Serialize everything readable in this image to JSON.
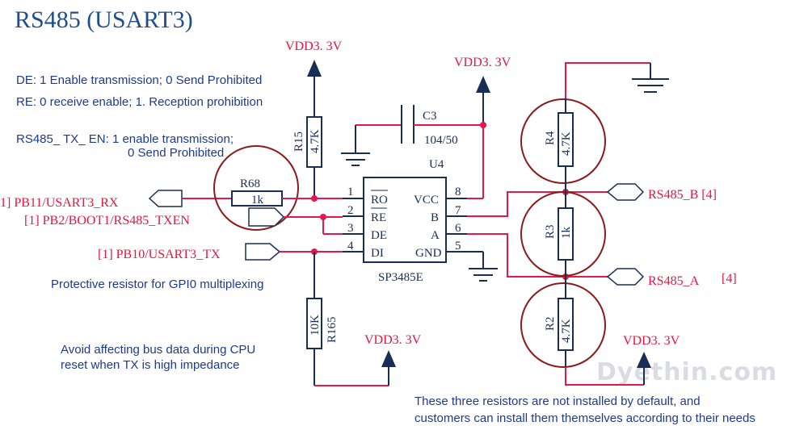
{
  "title": "RS485 (USART3)",
  "notes": {
    "de": "DE: 1 Enable transmission; 0 Send Prohibited",
    "re": "RE: 0 receive enable; 1. Reception prohibition",
    "tx_en_1": "RS485_ TX_ EN: 1 enable transmission;",
    "tx_en_2": "0 Send Prohibited",
    "protective": "Protective resistor for GPI0 multiplexing",
    "avoid_1": "Avoid affecting bus data during CPU",
    "avoid_2": "reset when TX is high impedance",
    "install_1": "These three resistors are not installed by default, and",
    "install_2": "customers can install them themselves according to their needs"
  },
  "power": {
    "vdd_r15": "VDD3. 3V",
    "vdd_c3": "VDD3. 3V",
    "vdd_r165": "VDD3. 3V",
    "vdd_r2": "VDD3. 3V"
  },
  "ports": {
    "rx": "1] PB11/USART3_RX",
    "txen": "[1] PB2/BOOT1/RS485_TXEN",
    "tx": "[1] PB10/USART3_TX",
    "rs485_b": "RS485_B [4]",
    "rs485_a": "RS485_A",
    "rs485_a_sheet": "[4]"
  },
  "components": {
    "r68_name": "R68",
    "r68_value": "1k",
    "r15_name": "R15",
    "r15_value": "4.7K",
    "r165_name": "R165",
    "r165_value": "10K",
    "c3_name": "C3",
    "c3_value": "104/50",
    "r4_name": "R4",
    "r4_value": "4.7K",
    "r3_name": "R3",
    "r3_value": "1k",
    "r2_name": "R2",
    "r2_value": "4.7K"
  },
  "ic": {
    "ref": "U4",
    "part": "SP3485E",
    "left_pins": [
      {
        "num": "1",
        "name": "RO"
      },
      {
        "num": "2",
        "name": "RE"
      },
      {
        "num": "3",
        "name": "DE"
      },
      {
        "num": "4",
        "name": "DI"
      }
    ],
    "right_pins": [
      {
        "num": "8",
        "name": "VCC"
      },
      {
        "num": "7",
        "name": "B"
      },
      {
        "num": "6",
        "name": "A"
      },
      {
        "num": "5",
        "name": "GND"
      }
    ]
  },
  "watermark": "Dyethin.com",
  "colors": {
    "net_wire": "#e8164a",
    "component": "#1a2d55",
    "annotation": "#1f3a8c",
    "highlight_ring": "#8b1a1a",
    "port_label": "#e8163e"
  }
}
